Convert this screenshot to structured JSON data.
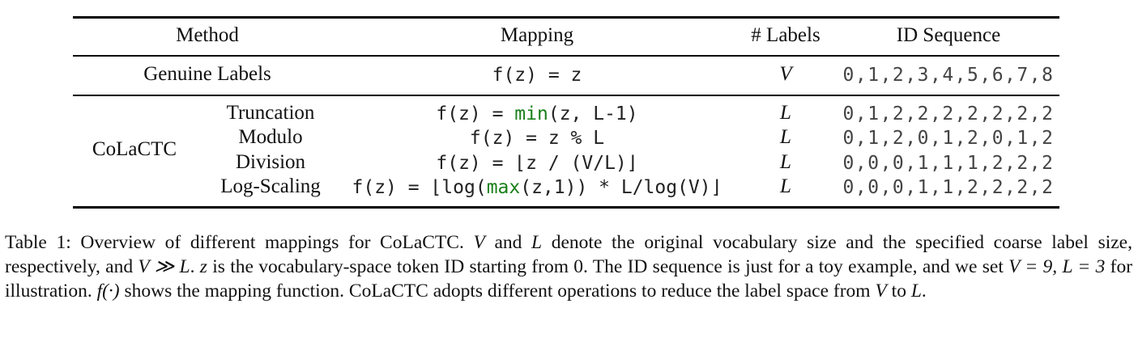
{
  "table": {
    "headers": {
      "method": "Method",
      "mapping": "Mapping",
      "labels": "# Labels",
      "id_sequence": "ID Sequence"
    },
    "genuine_row": {
      "method": "Genuine Labels",
      "mapping": "f(z) = z",
      "labels": "V",
      "id_sequence": "0,1,2,3,4,5,6,7,8"
    },
    "colactc_group": {
      "group_label": "CoLaCTC",
      "rows": [
        {
          "method": "Truncation",
          "mapping_prefix": "f(z) = ",
          "mapping_fn": "min",
          "mapping_rest": "(z, L-1)",
          "labels": "L",
          "id_sequence": "0,1,2,2,2,2,2,2,2"
        },
        {
          "method": "Modulo",
          "mapping": "f(z) = z % L",
          "labels": "L",
          "id_sequence": "0,1,2,0,1,2,0,1,2"
        },
        {
          "method": "Division",
          "mapping": "f(z) = ⌊z / (V/L)⌋",
          "labels": "L",
          "id_sequence": "0,0,0,1,1,1,2,2,2"
        },
        {
          "method": "Log-Scaling",
          "mapping_prefix": "f(z) = ⌊log(",
          "mapping_fn": "max",
          "mapping_rest": "(z,1)) * L/log(V)⌋",
          "labels": "L",
          "id_sequence": "0,0,0,1,1,2,2,2,2"
        }
      ]
    }
  },
  "caption": {
    "p1": "Table 1: Overview of different mappings for CoLaCTC. ",
    "V1": "V",
    "p2": " and ",
    "L1": "L",
    "p3": " denote the original vocabulary size and the specified coarse label size, respectively, and ",
    "rel": "V ≫ L",
    "p4": ". ",
    "z": "z",
    "p5": " is the vocabulary-space token ID starting from 0. The ID sequence is just for a toy example, and we set ",
    "assign": "V = 9, L = 3",
    "p6": " for illustration. ",
    "f": "f(·)",
    "p7": " shows the mapping function. CoLaCTC adopts different operations to reduce the label space from ",
    "V2": "V",
    "p8": " to ",
    "L2": "L",
    "p9": "."
  },
  "colors": {
    "function_green": "#1a7f1a",
    "rule_black": "#000000"
  }
}
